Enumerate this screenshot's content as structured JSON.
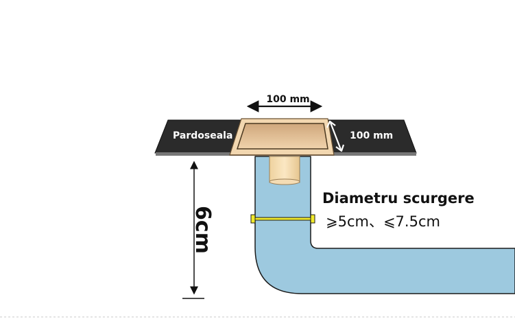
{
  "labels": {
    "floor": "Pardoseala",
    "width": "100 mm",
    "depth": "100 mm",
    "height": "6cm",
    "diameter_title": "Diametru scurgere",
    "diameter_range": "⩾5cm、⩽7.5cm"
  },
  "colors": {
    "floor": "#2b2b2b",
    "floor_edge": "#777777",
    "drain_frame": "#f2d7b0",
    "drain_grate": "#d9b58a",
    "pipe_fill": "#9dc9df",
    "pipe_outline": "#1a1a1a",
    "clamp": "#f1ea2c",
    "text": "#111111",
    "text_on_dark": "#ffffff"
  }
}
